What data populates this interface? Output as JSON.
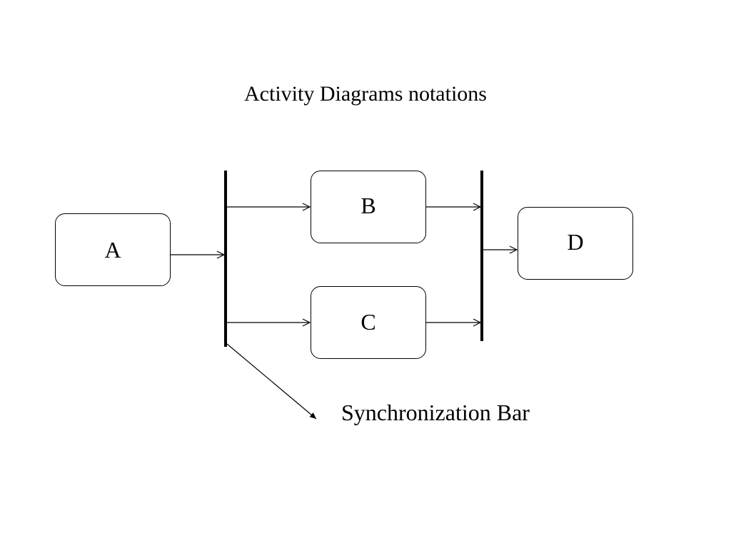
{
  "title": "Activity Diagrams notations",
  "nodes": {
    "a": "A",
    "b": "B",
    "c": "C",
    "d": "D"
  },
  "annotation": "Synchronization Bar",
  "colors": {
    "stroke": "#000000",
    "background": "#ffffff"
  }
}
